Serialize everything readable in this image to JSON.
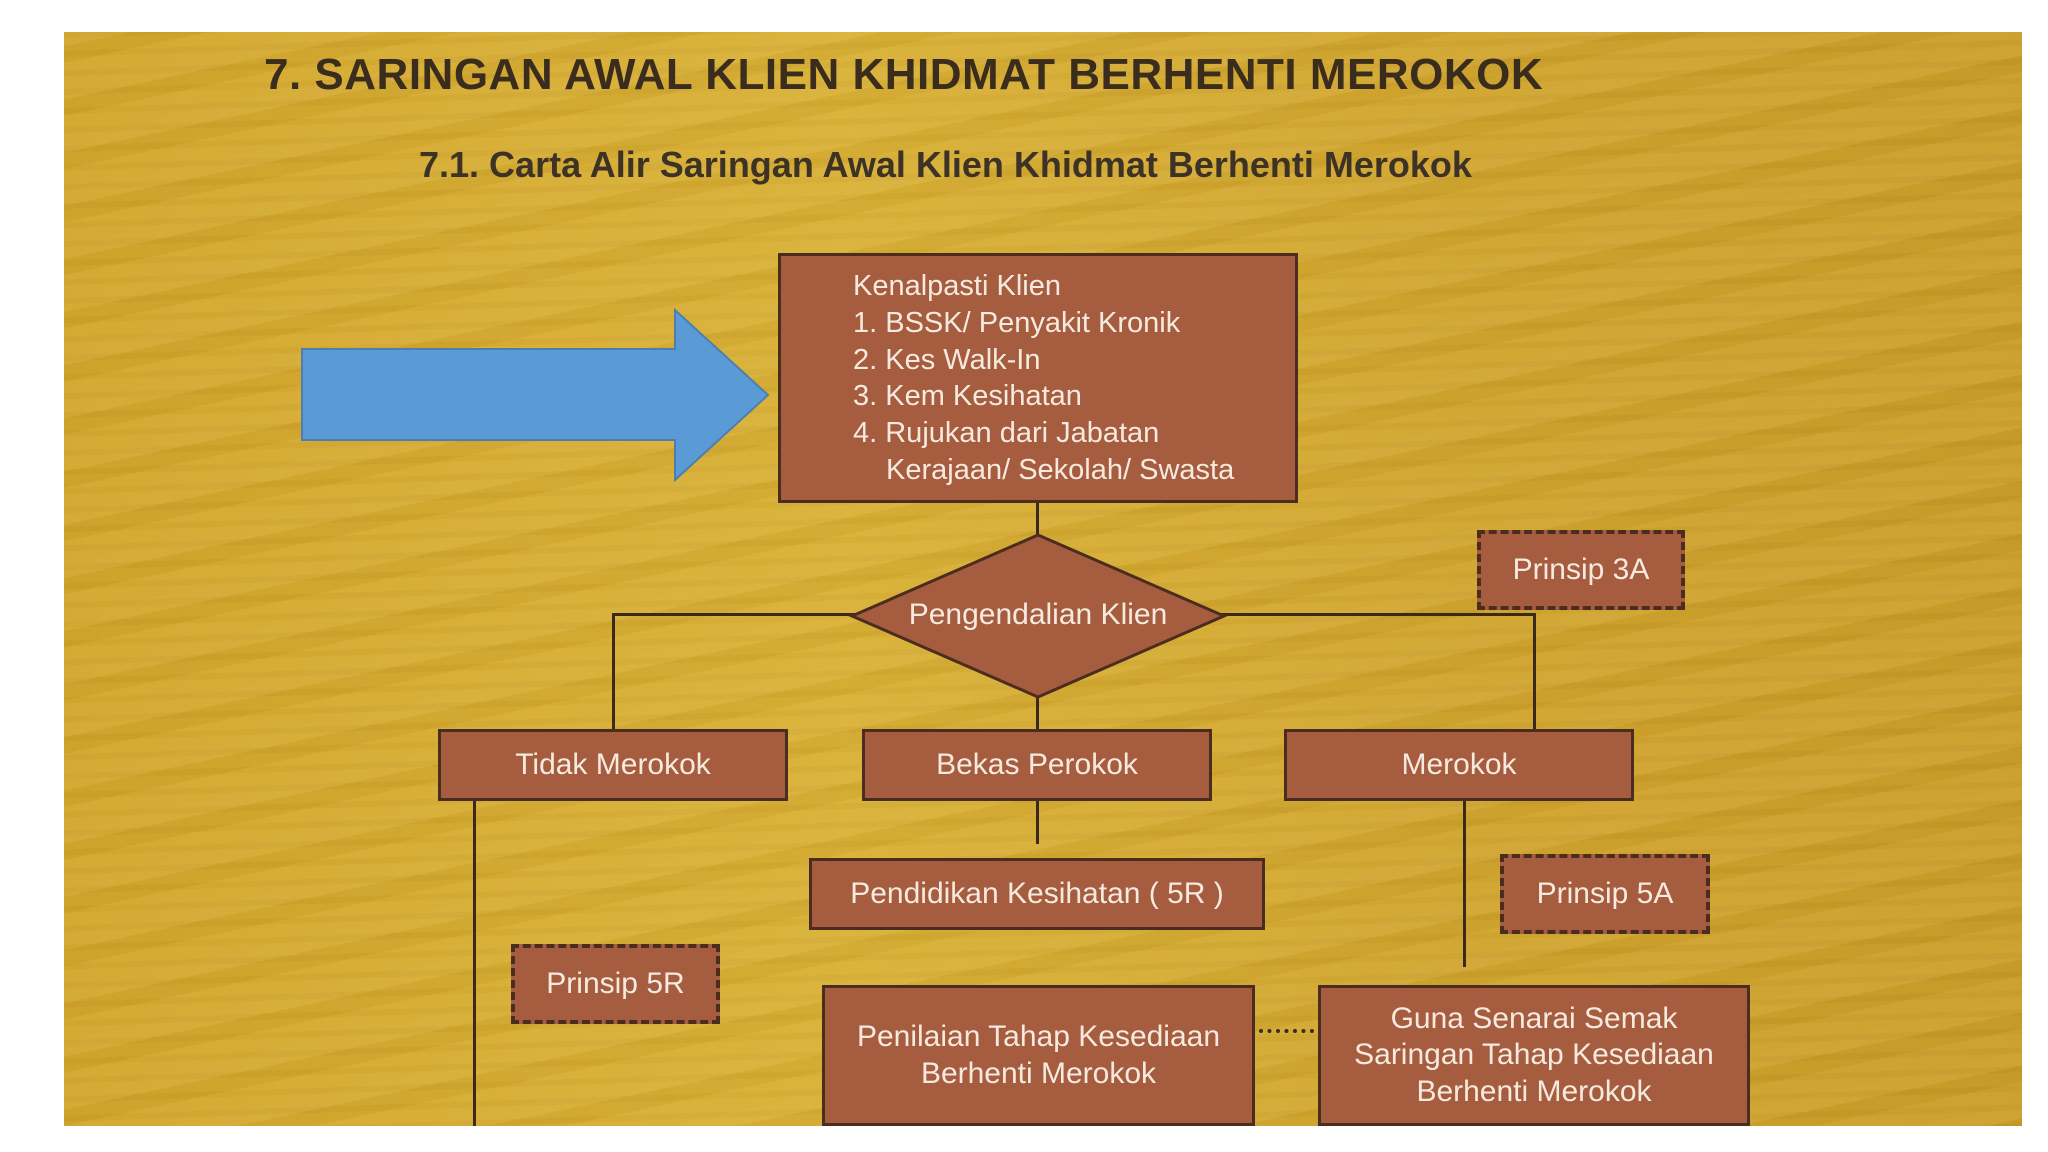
{
  "title": "7. SARINGAN AWAL KLIEN KHIDMAT BERHENTI MEROKOK",
  "subtitle": "7.1. Carta Alir Saringan Awal Klien Khidmat Berhenti Merokok",
  "colors": {
    "background": "#d4a72f",
    "box_fill": "#a65c3f",
    "box_border": "#4a2d1e",
    "box_text": "#f6eadf",
    "arrow": "#5b9bd5"
  },
  "nodes": {
    "kenalpasti": {
      "heading": "Kenalpasti Klien",
      "items": [
        "1. BSSK/ Penyakit Kronik",
        "2. Kes Walk-In",
        "3. Kem Kesihatan",
        "4. Rujukan dari Jabatan"
      ],
      "items_continuation": "Kerajaan/ Sekolah/ Swasta"
    },
    "pengendalian": "Pengendalian Klien",
    "tidak_merokok": "Tidak Merokok",
    "bekas_perokok": "Bekas Perokok",
    "merokok": "Merokok",
    "pendidikan": "Pendidikan Kesihatan ( 5R )",
    "penilaian": [
      "Penilaian Tahap Kesediaan",
      "Berhenti Merokok"
    ],
    "guna_senarai": [
      "Guna Senarai Semak",
      "Saringan Tahap Kesediaan",
      "Berhenti Merokok"
    ]
  },
  "labels": {
    "prinsip_3a": "Prinsip 3A",
    "prinsip_5a": "Prinsip 5A",
    "prinsip_5r": "Prinsip 5R"
  },
  "arrow_icon": "right-arrow-icon"
}
